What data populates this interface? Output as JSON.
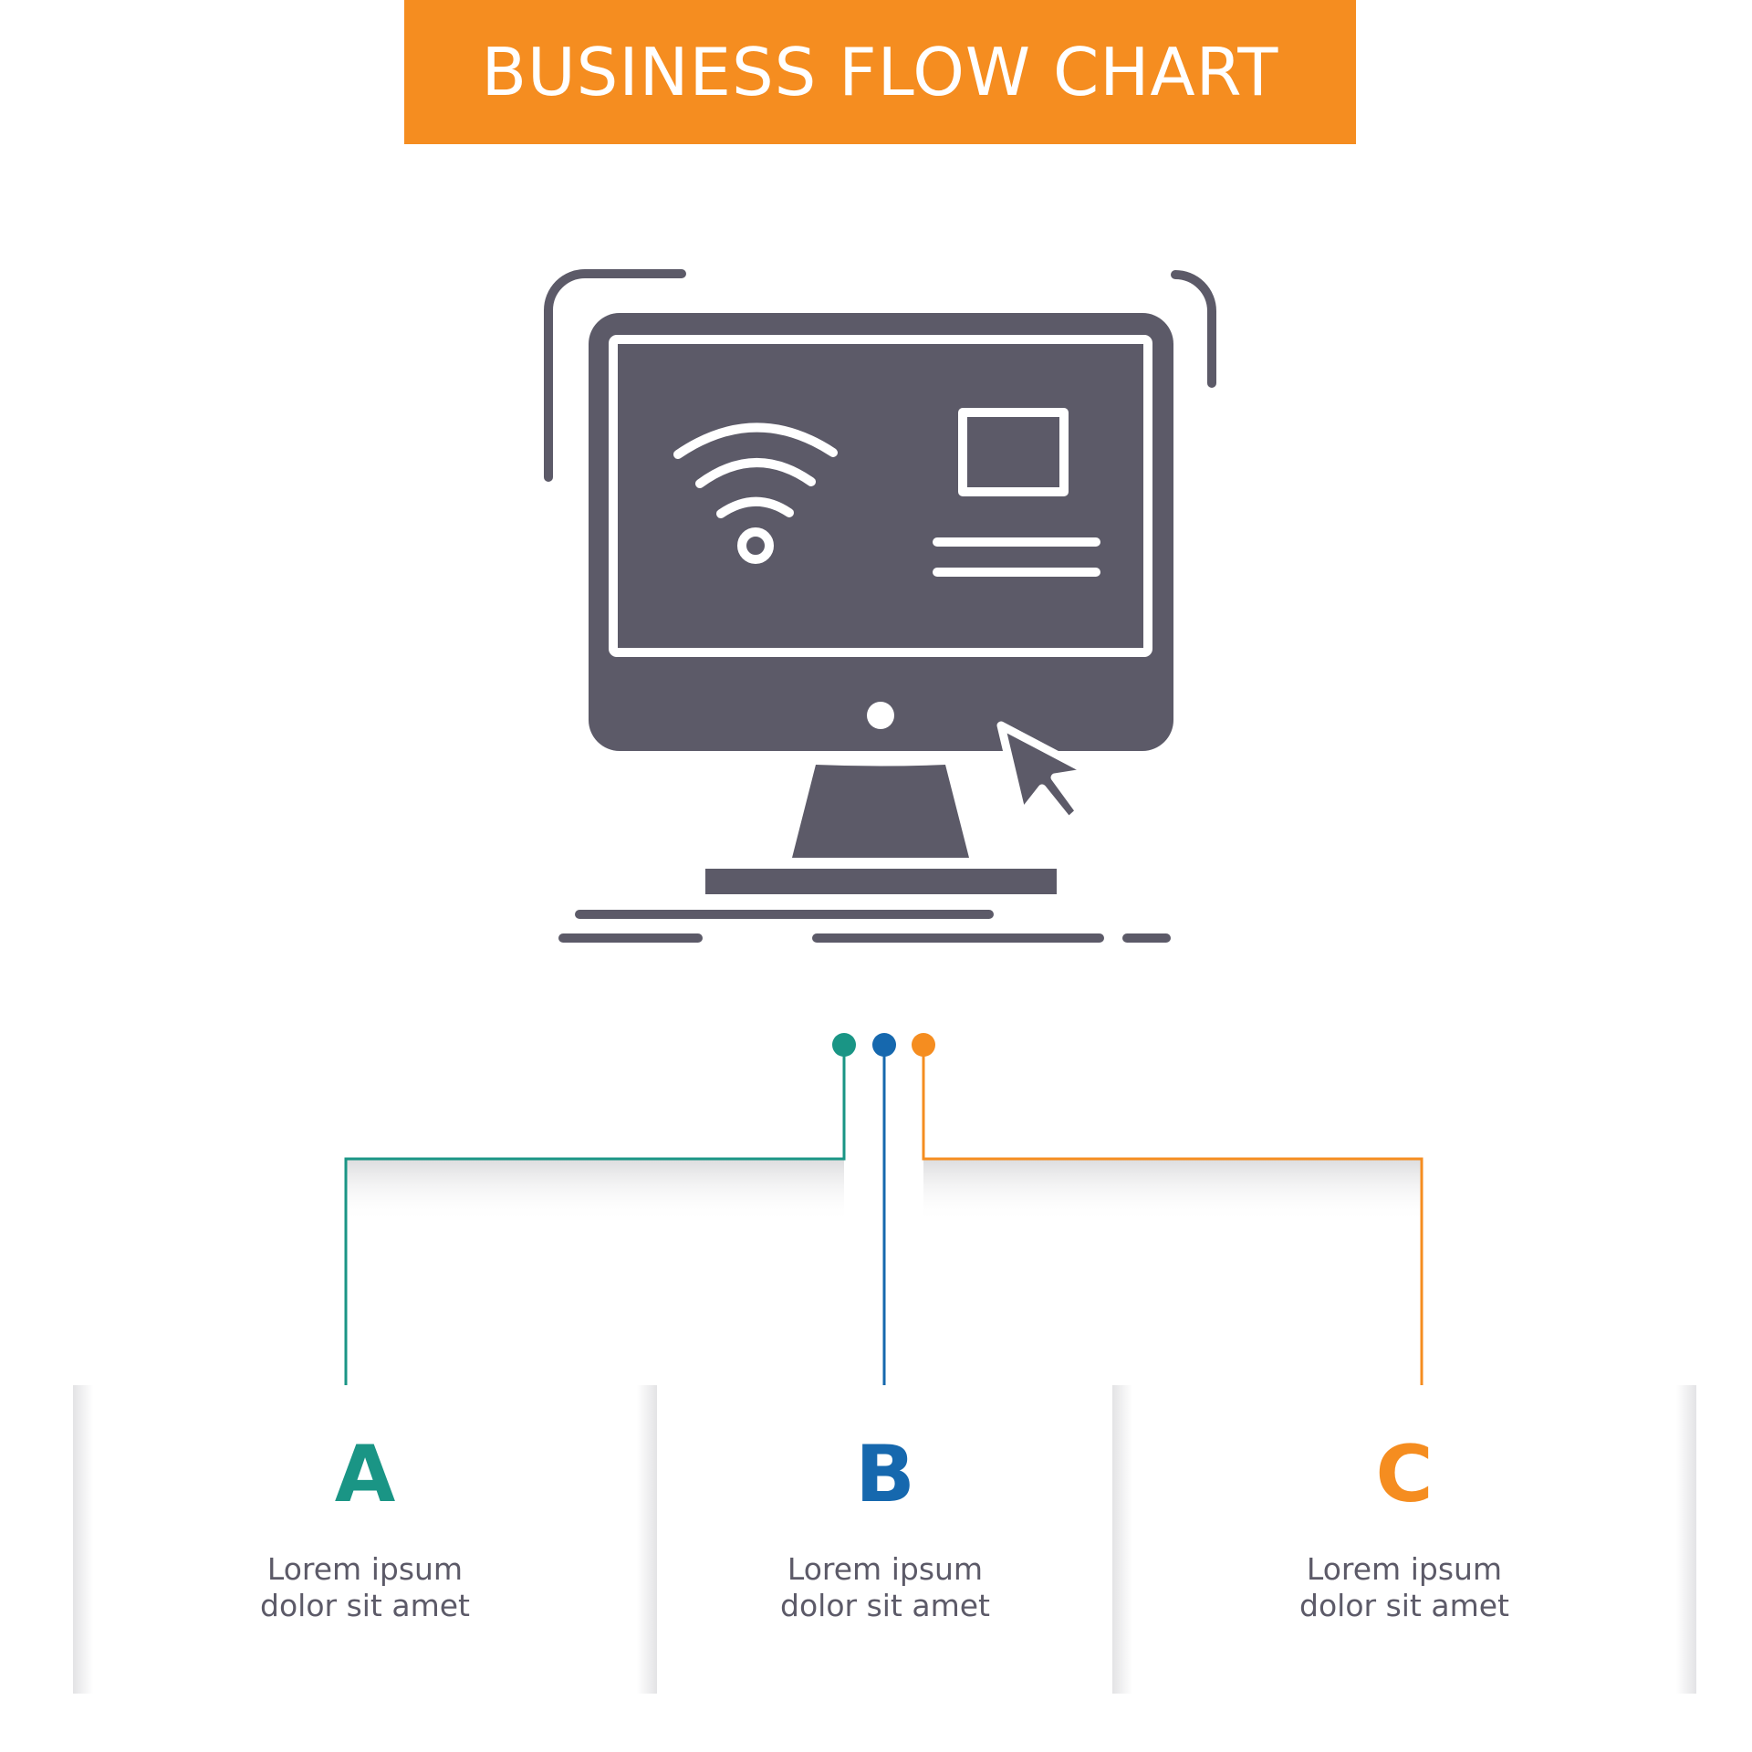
{
  "title": "BUSINESS FLOW CHART",
  "colors": {
    "banner": "#f58d20",
    "icon": "#5c5a68",
    "a": "#1a9585",
    "b": "#1668ae",
    "c": "#f58d20"
  },
  "icon": "computer-monitor-wifi-cursor-icon",
  "steps": [
    {
      "letter": "A",
      "text": "Lorem ipsum\ndolor sit amet"
    },
    {
      "letter": "B",
      "text": "Lorem ipsum\ndolor sit amet"
    },
    {
      "letter": "C",
      "text": "Lorem ipsum\ndolor sit amet"
    }
  ]
}
